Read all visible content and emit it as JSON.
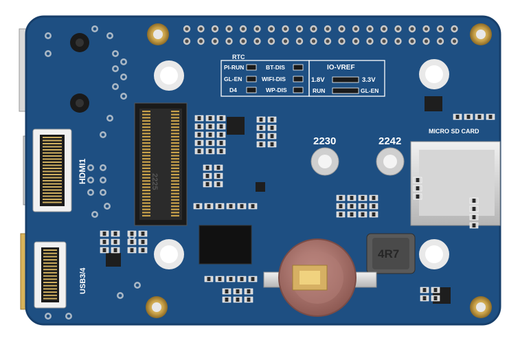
{
  "board": {
    "silkscreen": {
      "rtc": "RTC",
      "pi_run": "PI-RUN",
      "gl_en_left": "GL-EN",
      "d4": "D4",
      "bt_dis": "BT-DIS",
      "wifi_dis": "WIFI-DIS",
      "wp_dis": "WP-DIS",
      "io_vref": "IO-VREF",
      "v18": "1.8V",
      "v33": "3.3V",
      "run": "RUN",
      "gl_en_right": "GL-EN",
      "micro_sd": "MICRO SD CARD",
      "hdmi": "HDMI1",
      "usb": "USB3/4",
      "mount_2230": "2230",
      "mount_2242": "2242",
      "inductor": "4R7",
      "m2_slot_marking": "2225"
    },
    "colors": {
      "pcb": "#1e4f82",
      "pcb_edge": "#173f6b",
      "silk": "#ffffff",
      "gold": "#c9a24a",
      "battery": "#a9746b"
    }
  }
}
